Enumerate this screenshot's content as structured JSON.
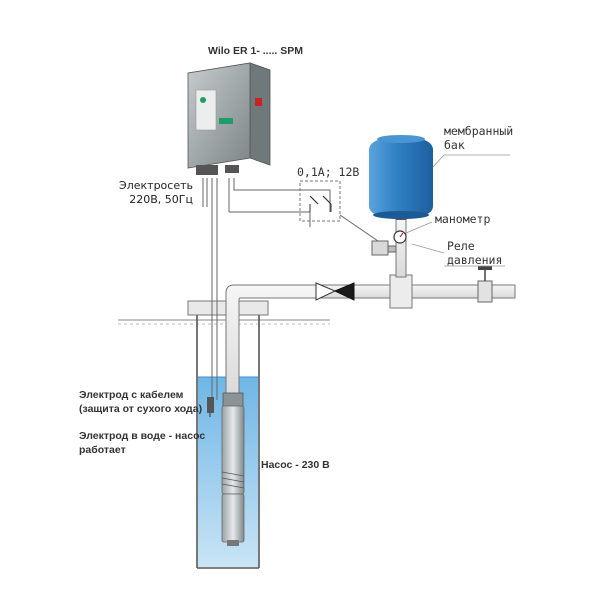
{
  "title": "Wilo ER 1- ..... SPM",
  "labels": {
    "power_line1": "Электросеть",
    "power_line2": "220В, 50Гц",
    "relay_rating": "0,1А; 12В",
    "tank_line1": "мембранный",
    "tank_line2": "бак",
    "gauge": "манометр",
    "pressure_relay_line1": "Реле",
    "pressure_relay_line2": "давления",
    "electrode_cable_line1": "Электрод с кабелем",
    "electrode_cable_line2": "(защита от сухого хода)",
    "electrode_water_line1": "Электрод в воде - насос",
    "electrode_water_line2": "работает",
    "pump": "Насос - 230 В"
  },
  "colors": {
    "tank": "#2f7fc4",
    "water": "#8fc3e8",
    "pipe": "#e8e8e8",
    "controller": "#9aa3a6",
    "accent_green": "#1e9d6a",
    "indicator_red": "#c8231e"
  }
}
